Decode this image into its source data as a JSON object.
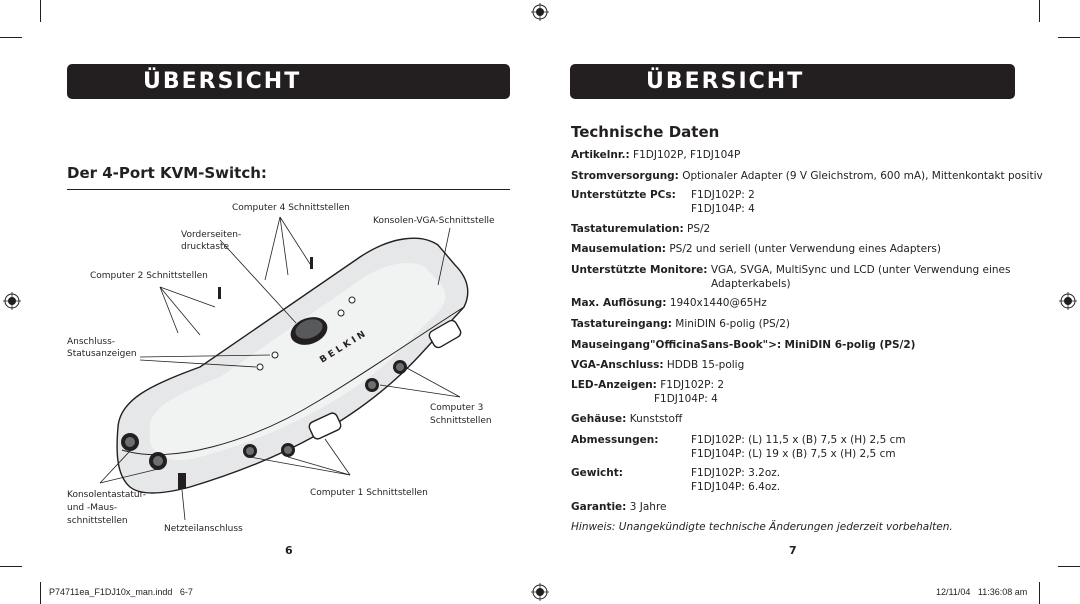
{
  "left_page": {
    "banner": "ÜBERSICHT",
    "heading": "Der 4-Port KVM-Switch:",
    "labels": {
      "computer4": "Computer 4 Schnittstellen",
      "console_vga": "Konsolen-VGA-Schnittstelle",
      "front_button_1": "Vorderseiten-",
      "front_button_2": "drucktaste",
      "computer2": "Computer 2 Schnittstellen",
      "status_1": "Anschluss-",
      "status_2": "Statusanzeigen",
      "computer3_1": "Computer 3",
      "computer3_2": "Schnittstellen",
      "console_kbd_1": "Konsolentastatur-",
      "console_kbd_2": "und -Maus-",
      "console_kbd_3": "schnittstellen",
      "computer1": "Computer 1 Schnittstellen",
      "power": "Netzteilanschluss"
    },
    "device_brand": "BELKIN",
    "page_number": "6"
  },
  "right_page": {
    "banner": "ÜBERSICHT",
    "heading": "Technische Daten",
    "specs": {
      "article_label": "Artikelnr.:",
      "article_value": "F1DJ102P, F1DJ104P",
      "power_label": "Stromversorgung:",
      "power_value": "Optionaler Adapter (9 V Gleichstrom, 600 mA), Mittenkontakt positiv",
      "pcs_label": "Unterstützte PCs:",
      "pcs_value_1": "F1DJ102P: 2",
      "pcs_value_2": "F1DJ104P: 4",
      "kbd_emu_label": "Tastaturemulation:",
      "kbd_emu_value": "PS/2",
      "mouse_emu_label": "Mausemulation:",
      "mouse_emu_value": "PS/2 und seriell (unter Verwendung eines Adapters)",
      "monitors_label": "Unterstützte Monitore:",
      "monitors_value_1": "VGA, SVGA, MultiSync und LCD (unter Verwendung eines",
      "monitors_value_2": "Adapterkabels)",
      "resolution_label": "Max. Auflösung:",
      "resolution_value": "1940x1440@65Hz",
      "kbd_in_label": "Tastatureingang:",
      "kbd_in_value": "MiniDIN 6-polig (PS/2)",
      "mouse_in_label": "Mauseingang\"OfficinaSans-Book\">:",
      "mouse_in_value": "MiniDIN 6-polig (PS/2)",
      "vga_label": "VGA-Anschluss:",
      "vga_value": "HDDB 15-polig",
      "led_label": "LED-Anzeigen:",
      "led_value_1": "F1DJ102P: 2",
      "led_value_2": "F1DJ104P: 4",
      "housing_label": "Gehäuse:",
      "housing_value": "Kunststoff",
      "dims_label": "Abmessungen:",
      "dims_value_1": "F1DJ102P: (L) 11,5 x (B) 7,5 x (H) 2,5 cm",
      "dims_value_2": "F1DJ104P: (L) 19 x (B) 7,5 x (H) 2,5 cm",
      "weight_label": "Gewicht:",
      "weight_value_1": "F1DJ102P: 3.2oz.",
      "weight_value_2": "F1DJ104P: 6.4oz.",
      "warranty_label": "Garantie:",
      "warranty_value": "3 Jahre",
      "note": "Hinweis: Unangekündigte technische Änderungen jederzeit vorbehalten."
    },
    "page_number": "7"
  },
  "slug": {
    "file": "P74711ea_F1DJ10x_man.indd   6-7",
    "date": "12/11/04   11:36:08 am"
  }
}
